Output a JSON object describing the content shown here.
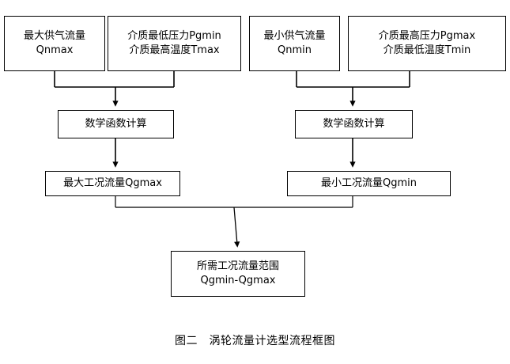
{
  "figure": {
    "caption": "图二　涡轮流量计选型流程框图",
    "background_color": "#ffffff",
    "stroke_color": "#000000"
  },
  "diagram": {
    "type": "flowchart",
    "direction": "top-to-bottom",
    "nodes": [
      {
        "id": "qnmax",
        "row": 1,
        "lines": [
          "最大供气流量",
          "Qnmax"
        ],
        "line1": "最大供气流量",
        "line2": "Qnmax"
      },
      {
        "id": "pgmin",
        "row": 1,
        "lines": [
          "介质最低压力Pgmin",
          "介质最高温度Tmax"
        ],
        "line1": "介质最低压力Pgmin",
        "line2": "介质最高温度Tmax"
      },
      {
        "id": "qnmin",
        "row": 1,
        "lines": [
          "最小供气流量",
          "Qnmin"
        ],
        "line1": "最小供气流量",
        "line2": "Qnmin"
      },
      {
        "id": "pgmax",
        "row": 1,
        "lines": [
          "介质最高压力Pgmax",
          "介质最低温度Tmin"
        ],
        "line1": "介质最高压力Pgmax",
        "line2": "介质最低温度Tmin"
      },
      {
        "id": "calc-left",
        "row": 2,
        "lines": [
          "数学函数计算"
        ],
        "line1": "数学函数计算"
      },
      {
        "id": "calc-right",
        "row": 2,
        "lines": [
          "数学函数计算"
        ],
        "line1": "数学函数计算"
      },
      {
        "id": "qgmax",
        "row": 3,
        "lines": [
          "最大工况流量Qgmax"
        ],
        "line1": "最大工况流量Qgmax"
      },
      {
        "id": "qgmin",
        "row": 3,
        "lines": [
          "最小工况流量Qgmin"
        ],
        "line1": "最小工况流量Qgmin"
      },
      {
        "id": "range",
        "row": 4,
        "lines": [
          "所需工况流量范围",
          "Qgmin-Qgmax"
        ],
        "line1": "所需工况流量范围",
        "line2": "Qgmin-Qgmax"
      }
    ],
    "edges": [
      {
        "from": "qnmax",
        "to": "calc-left",
        "style": "elbow-merge-arrow"
      },
      {
        "from": "pgmin",
        "to": "calc-left",
        "style": "elbow-merge-arrow"
      },
      {
        "from": "qnmin",
        "to": "calc-right",
        "style": "elbow-merge-arrow"
      },
      {
        "from": "pgmax",
        "to": "calc-right",
        "style": "elbow-merge-arrow"
      },
      {
        "from": "calc-left",
        "to": "qgmax",
        "style": "straight-arrow"
      },
      {
        "from": "calc-right",
        "to": "qgmin",
        "style": "straight-arrow"
      },
      {
        "from": "qgmax",
        "to": "range",
        "style": "elbow-merge-arrow"
      },
      {
        "from": "qgmin",
        "to": "range",
        "style": "elbow-merge-arrow"
      }
    ]
  }
}
